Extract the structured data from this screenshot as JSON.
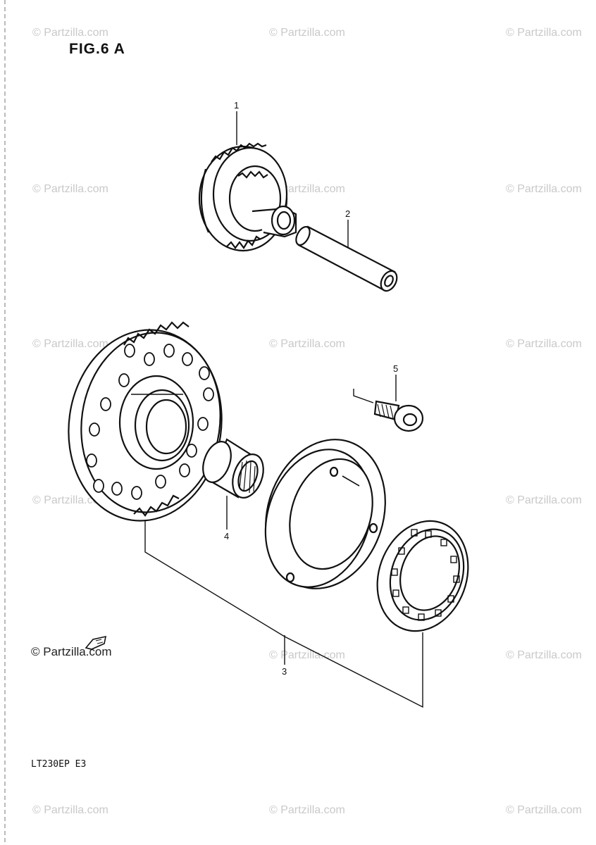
{
  "figure": {
    "title": "FIG.6 A",
    "model_code": "LT230EP  E3"
  },
  "brand_text": "© Partzilla.com",
  "watermark_text": "© Partzilla.com",
  "callouts": [
    "1",
    "2",
    "3",
    "4",
    "5"
  ],
  "colors": {
    "ink": "#111111",
    "watermark": "#c9c9c9"
  }
}
